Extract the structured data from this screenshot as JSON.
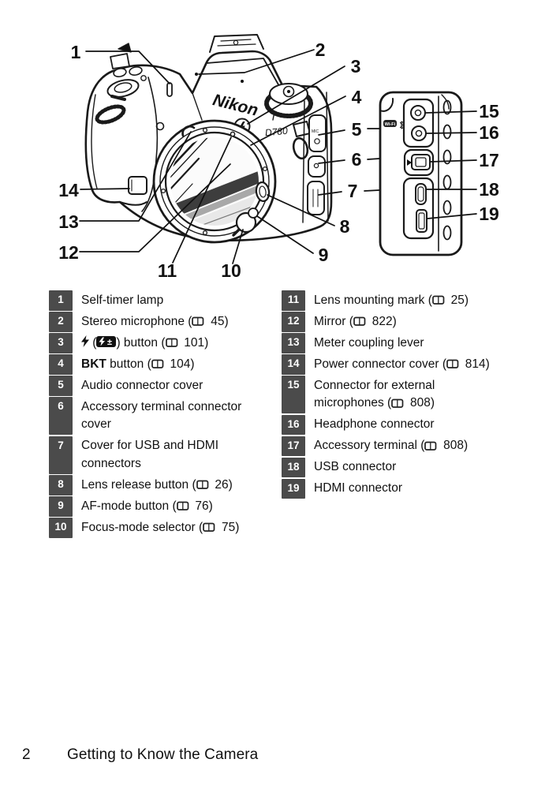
{
  "diagram": {
    "brand_logo": "Nikon",
    "model_label": "D780",
    "wifi_badge": "Wi-Fi",
    "mic_label": "MIC",
    "callouts": [
      {
        "n": "1"
      },
      {
        "n": "2"
      },
      {
        "n": "3"
      },
      {
        "n": "4"
      },
      {
        "n": "5"
      },
      {
        "n": "6"
      },
      {
        "n": "7"
      },
      {
        "n": "8"
      },
      {
        "n": "9"
      },
      {
        "n": "10"
      },
      {
        "n": "11"
      },
      {
        "n": "12"
      },
      {
        "n": "13"
      },
      {
        "n": "14"
      },
      {
        "n": "15"
      },
      {
        "n": "16"
      },
      {
        "n": "17"
      },
      {
        "n": "18"
      },
      {
        "n": "19"
      }
    ]
  },
  "icons": {
    "reference": "book-icon",
    "flash": "flash-bolt-icon",
    "flash_compensation": "flash-compensation-icon",
    "bluetooth": "bluetooth-icon"
  },
  "colors": {
    "badge": "#4b4b4b",
    "ink": "#1a1a1a"
  },
  "parts_list": {
    "left": [
      {
        "num": "1",
        "segments": [
          {
            "t": "text",
            "v": "Self-timer lamp"
          }
        ]
      },
      {
        "num": "2",
        "segments": [
          {
            "t": "text",
            "v": "Stereo microphone "
          },
          {
            "t": "ref",
            "v": "45"
          }
        ]
      },
      {
        "num": "3",
        "segments": [
          {
            "t": "flash"
          },
          {
            "t": "text",
            "v": " ("
          },
          {
            "t": "flashcomp"
          },
          {
            "t": "text",
            "v": ") button "
          },
          {
            "t": "ref",
            "v": "101"
          }
        ]
      },
      {
        "num": "4",
        "segments": [
          {
            "t": "bold",
            "v": "BKT"
          },
          {
            "t": "text",
            "v": " button "
          },
          {
            "t": "ref",
            "v": "104"
          }
        ]
      },
      {
        "num": "5",
        "segments": [
          {
            "t": "text",
            "v": "Audio connector cover"
          }
        ]
      },
      {
        "num": "6",
        "segments": [
          {
            "t": "text",
            "v": "Accessory terminal connector cover"
          }
        ]
      },
      {
        "num": "7",
        "segments": [
          {
            "t": "text",
            "v": "Cover for USB and HDMI connectors"
          }
        ]
      },
      {
        "num": "8",
        "segments": [
          {
            "t": "text",
            "v": "Lens release button "
          },
          {
            "t": "ref",
            "v": "26"
          }
        ]
      },
      {
        "num": "9",
        "segments": [
          {
            "t": "text",
            "v": "AF-mode button "
          },
          {
            "t": "ref",
            "v": "76"
          }
        ]
      },
      {
        "num": "10",
        "segments": [
          {
            "t": "text",
            "v": "Focus-mode selector "
          },
          {
            "t": "ref",
            "v": "75"
          }
        ]
      }
    ],
    "right": [
      {
        "num": "11",
        "segments": [
          {
            "t": "text",
            "v": "Lens mounting mark "
          },
          {
            "t": "ref",
            "v": "25"
          }
        ]
      },
      {
        "num": "12",
        "segments": [
          {
            "t": "text",
            "v": "Mirror "
          },
          {
            "t": "ref",
            "v": "822"
          }
        ]
      },
      {
        "num": "13",
        "segments": [
          {
            "t": "text",
            "v": "Meter coupling lever"
          }
        ]
      },
      {
        "num": "14",
        "segments": [
          {
            "t": "text",
            "v": "Power connector cover "
          },
          {
            "t": "ref",
            "v": "814"
          }
        ]
      },
      {
        "num": "15",
        "segments": [
          {
            "t": "text",
            "v": "Connector for external microphones "
          },
          {
            "t": "ref",
            "v": "808"
          }
        ]
      },
      {
        "num": "16",
        "segments": [
          {
            "t": "text",
            "v": "Headphone connector"
          }
        ]
      },
      {
        "num": "17",
        "segments": [
          {
            "t": "text",
            "v": "Accessory terminal "
          },
          {
            "t": "ref",
            "v": "808"
          }
        ]
      },
      {
        "num": "18",
        "segments": [
          {
            "t": "text",
            "v": "USB connector"
          }
        ]
      },
      {
        "num": "19",
        "segments": [
          {
            "t": "text",
            "v": "HDMI connector"
          }
        ]
      }
    ]
  },
  "footer": {
    "page_number": "2",
    "chapter_title": "Getting to Know the Camera"
  }
}
